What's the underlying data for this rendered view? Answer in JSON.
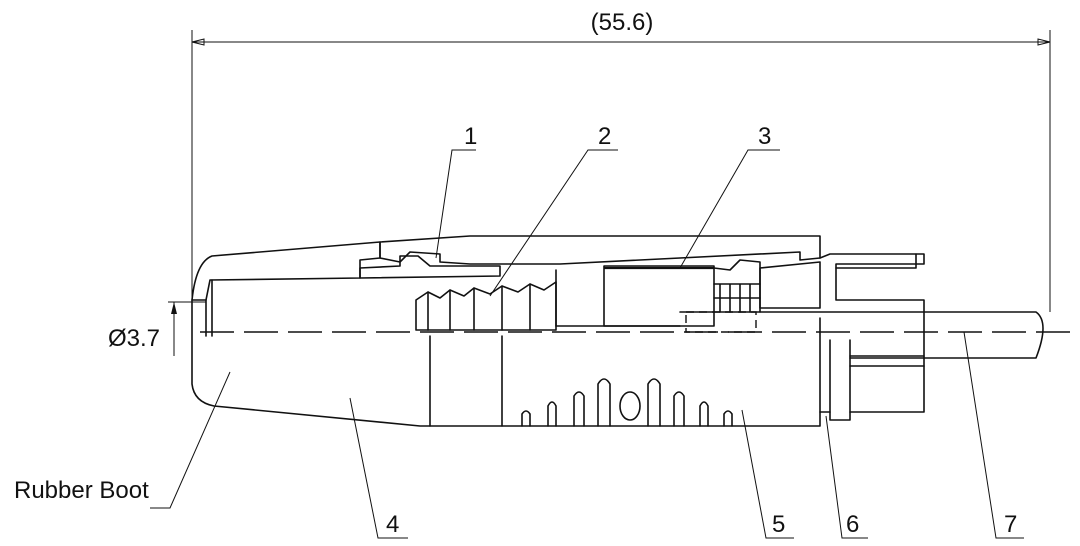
{
  "dimensions": {
    "overall_length": "(55.6)",
    "diameter": "Ø3.7"
  },
  "labels": {
    "rubber_boot": "Rubber Boot",
    "callouts": [
      "1",
      "2",
      "3",
      "4",
      "5",
      "6",
      "7"
    ]
  }
}
